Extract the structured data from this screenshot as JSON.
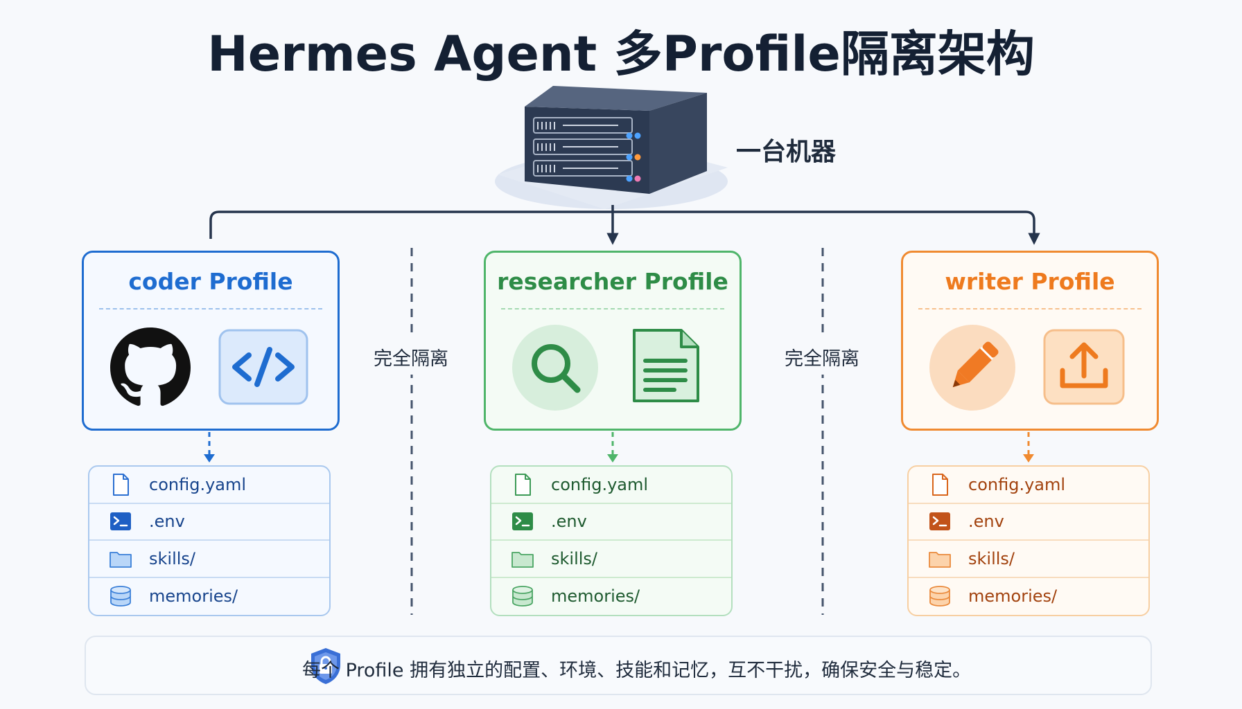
{
  "title": "Hermes Agent 多Profile隔离架构",
  "machine": {
    "label": "一台机器",
    "icon": "server-icon"
  },
  "isolation_label": "完全隔离",
  "profiles": [
    {
      "name": "coder Profile",
      "accent": "#1e6cd0",
      "icons": [
        "github-icon",
        "code-brackets-icon"
      ],
      "files": [
        {
          "label": "config.yaml",
          "icon": "file-icon"
        },
        {
          "label": ".env",
          "icon": "terminal-icon"
        },
        {
          "label": "skills/",
          "icon": "folder-icon"
        },
        {
          "label": "memories/",
          "icon": "database-icon"
        }
      ]
    },
    {
      "name": "researcher Profile",
      "accent": "#2e8c47",
      "icons": [
        "search-icon",
        "document-icon"
      ],
      "files": [
        {
          "label": "config.yaml",
          "icon": "file-icon"
        },
        {
          "label": ".env",
          "icon": "terminal-icon"
        },
        {
          "label": "skills/",
          "icon": "folder-icon"
        },
        {
          "label": "memories/",
          "icon": "database-icon"
        }
      ]
    },
    {
      "name": "writer Profile",
      "accent": "#ee7a1e",
      "icons": [
        "pen-icon",
        "upload-icon"
      ],
      "files": [
        {
          "label": "config.yaml",
          "icon": "file-icon"
        },
        {
          "label": ".env",
          "icon": "terminal-icon"
        },
        {
          "label": "skills/",
          "icon": "folder-icon"
        },
        {
          "label": "memories/",
          "icon": "database-icon"
        }
      ]
    }
  ],
  "footer": {
    "text": "每个 Profile 拥有独立的配置、环境、技能和记忆，互不干扰，确保安全与稳定。",
    "icon": "shield-lock-icon"
  }
}
